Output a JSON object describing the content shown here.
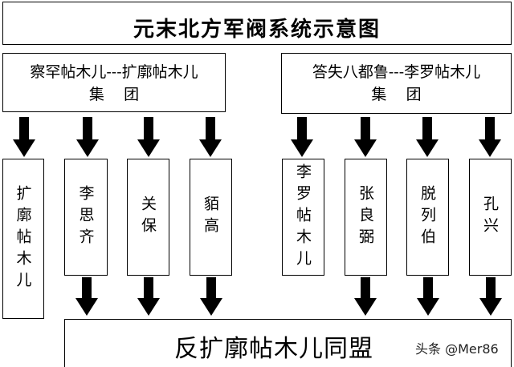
{
  "title": "元末北方军阀系统示意图",
  "groups": {
    "left_line1": "察罕帖木儿---扩廓帖木儿",
    "left_line2": "集    团",
    "right_line1": "答失八都鲁---李罗帖木儿",
    "right_line2": "集    团"
  },
  "members": {
    "m1": "扩廓帖木儿",
    "m2": "李思齐",
    "m3": "关保",
    "m4": "貊高",
    "m5": "李罗帖木儿",
    "m6": "张良弼",
    "m7": "脱列伯",
    "m8": "孔兴"
  },
  "alliance": "反扩廓帖木儿同盟",
  "watermark": "头条 @Mer86"
}
